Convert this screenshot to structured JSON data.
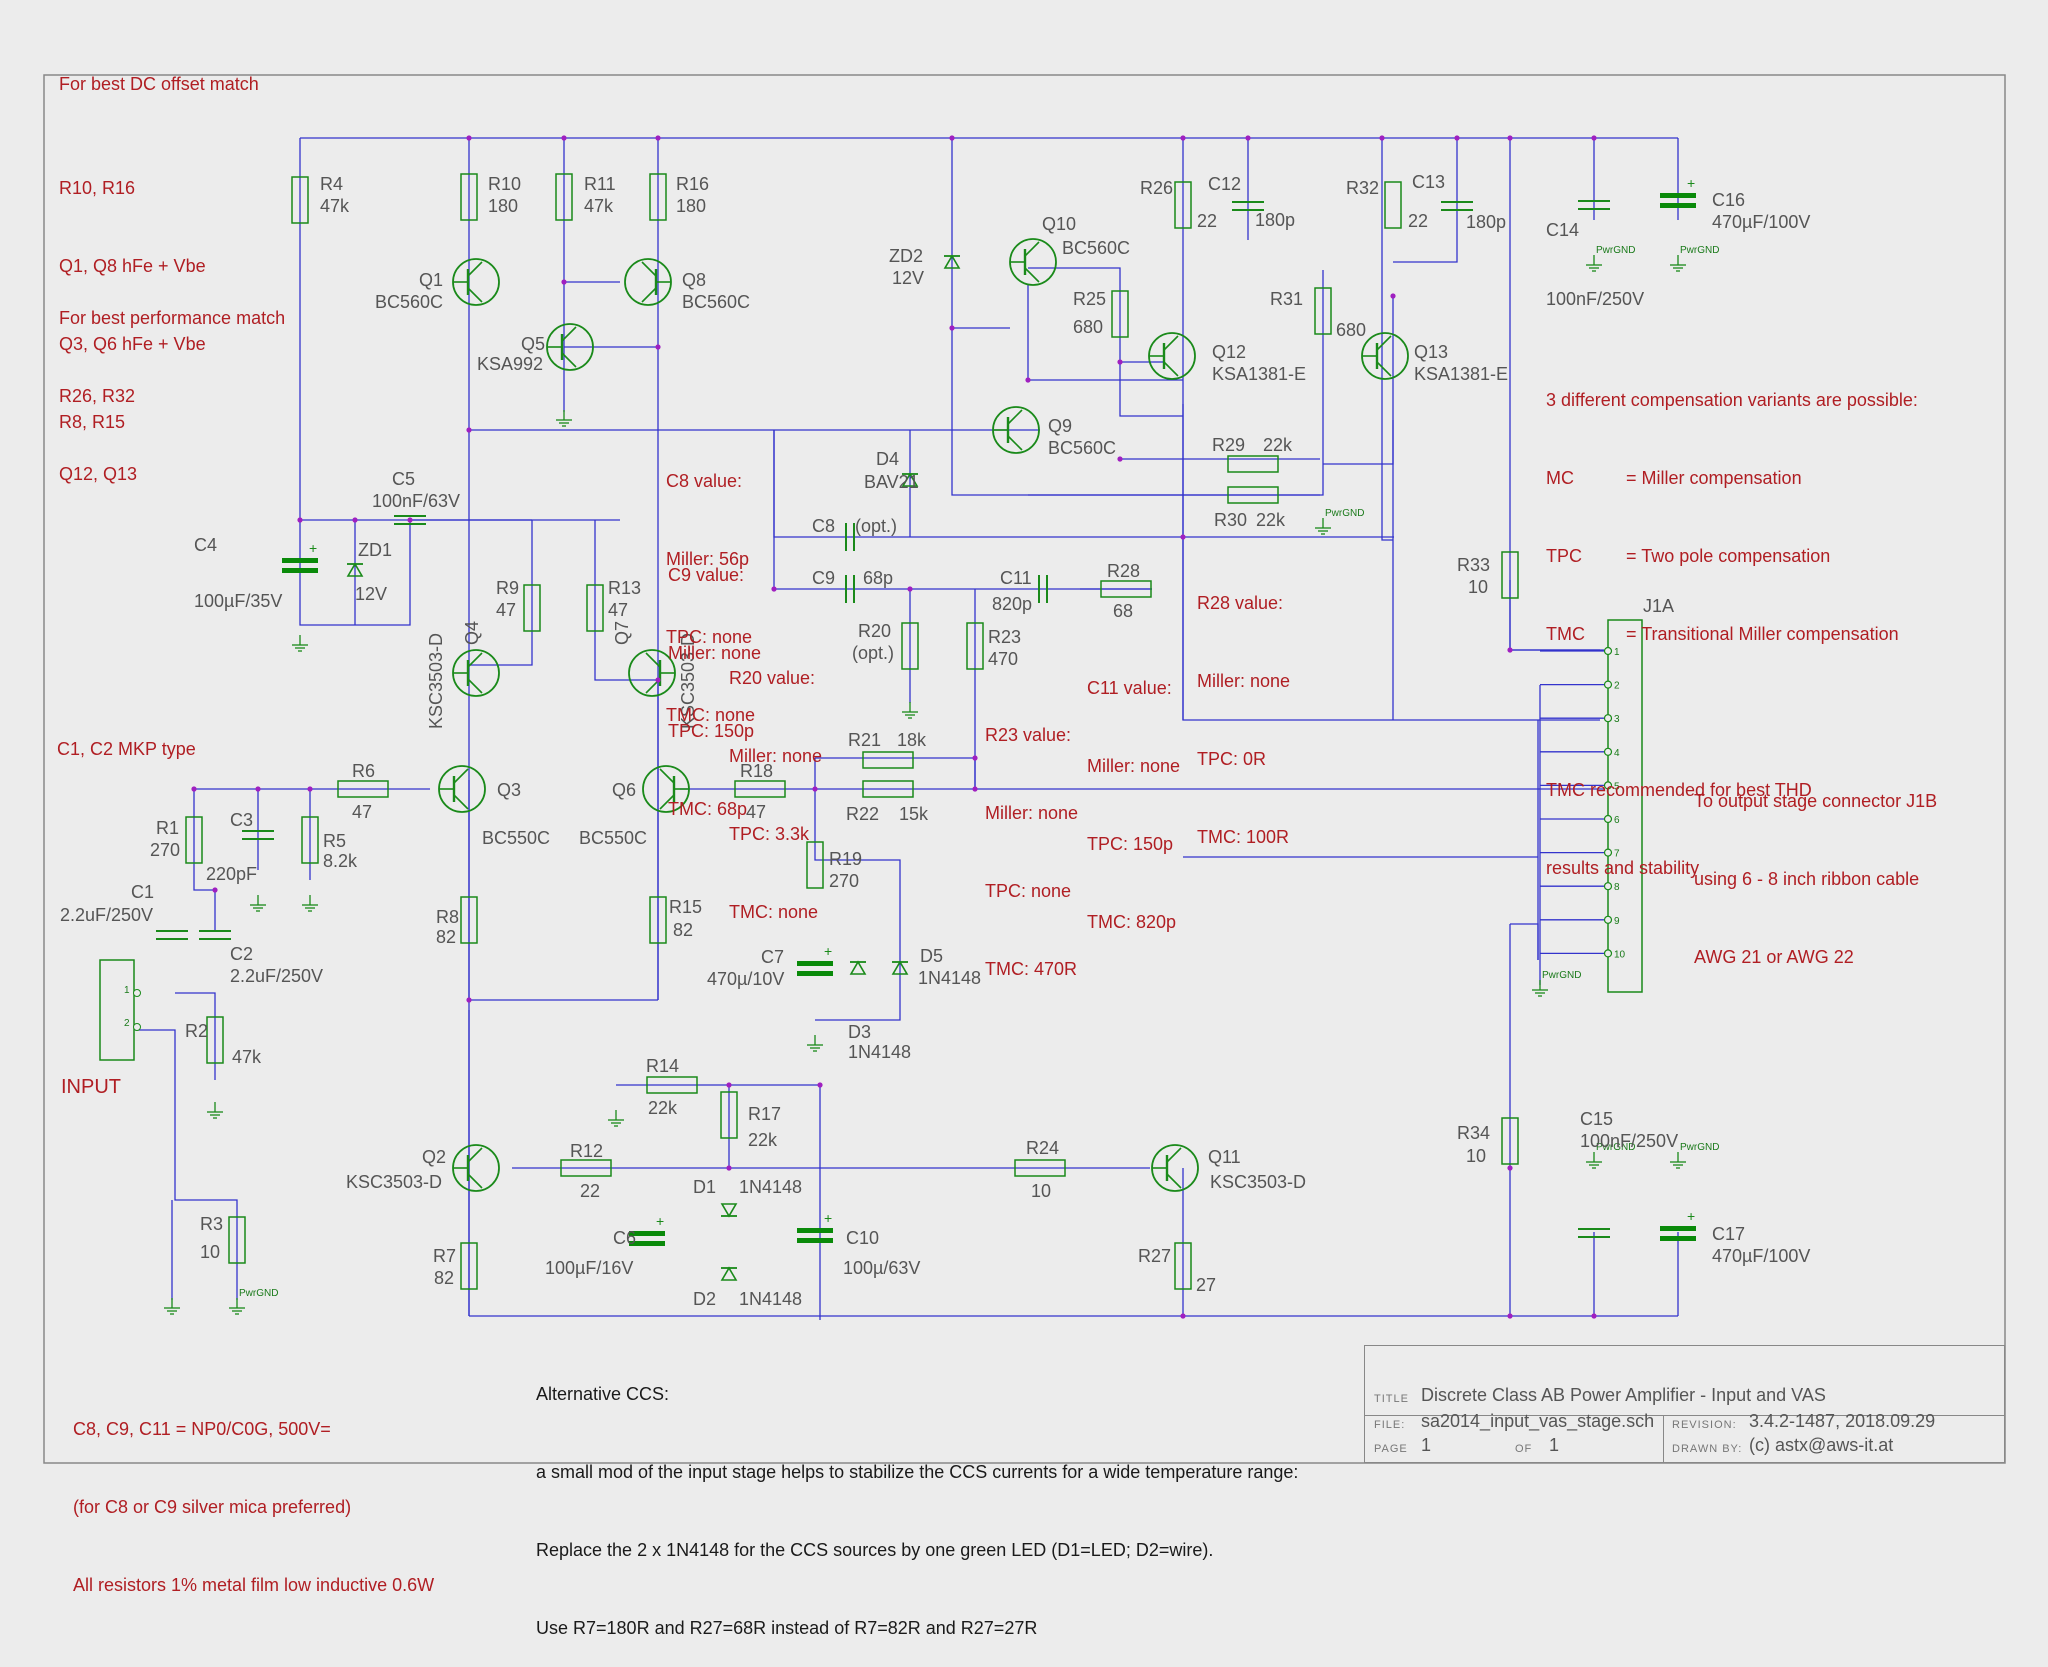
{
  "notes": {
    "dc_offset_title": "For best DC offset match",
    "dc_offset_lines": [
      "R10, R16",
      "Q1, Q8 hFe + Vbe",
      "Q3, Q6 hFe + Vbe",
      "R8, R15"
    ],
    "perf_title": "For best performance match",
    "perf_lines": [
      "R26, R32",
      "Q12, Q13"
    ],
    "c1c2": "C1, C2 MKP type",
    "input": "INPUT",
    "caps_lines": [
      "C8, C9, C11 = NP0/C0G, 500V=",
      "(for C8 or C9 silver mica preferred)",
      "All resistors 1% metal film low inductive 0.6W"
    ],
    "comp_title": "3 different compensation variants are possible:",
    "comp_rows": [
      {
        "abbr": "MC",
        "desc": "= Miller compensation"
      },
      {
        "abbr": "TPC",
        "desc": "= Two pole compensation"
      },
      {
        "abbr": "TMC",
        "desc": "= Transitional Miller compensation"
      }
    ],
    "tmc_lines": [
      "TMC recommended for best THD",
      "results and stability"
    ],
    "output_lines": [
      "To output stage connector J1B",
      "using 6 - 8 inch ribbon cable",
      "AWG 21 or AWG 22"
    ],
    "c8_lines": [
      "C8 value:",
      "Miller: 56p",
      "TPC: none",
      "TMC: none"
    ],
    "c9_lines": [
      "C9 value:",
      "Miller: none",
      "TPC: 150p",
      "TMC: 68p"
    ],
    "r20_lines": [
      "R20 value:",
      "Miller: none",
      "TPC: 3.3k",
      "TMC: none"
    ],
    "r23_lines": [
      "R23 value:",
      "Miller: none",
      "TPC: none",
      "TMC: 470R"
    ],
    "c11_lines": [
      "C11 value:",
      "Miller: none",
      "TPC: 150p",
      "TMC: 820p"
    ],
    "r28_lines": [
      "R28 value:",
      "Miller: none",
      "TPC: 0R",
      "TMC: 100R"
    ],
    "alt_ccs_lines": [
      "Alternative CCS:",
      "a small mod of the input stage helps to stabilize the CCS currents for a wide temperature range:",
      "Replace the 2 x 1N4148 for the CCS sources by one green LED (D1=LED; D2=wire).",
      "Use R7=180R and R27=68R instead of R7=82R and R27=27R"
    ]
  },
  "title_block": {
    "title_label": "TITLE",
    "title": "Discrete Class AB Power Amplifier - Input and VAS",
    "file_label": "FILE:",
    "file": "sa2014_input_vas_stage.sch",
    "revision_label": "REVISION:",
    "revision": "3.4.2-1487, 2018.09.29",
    "page_label": "PAGE",
    "page": "1",
    "of_label": "OF",
    "of": "1",
    "drawn_label": "DRAWN BY:",
    "drawn": "(c) astx@aws-it.at"
  },
  "connector": {
    "name": "J1A",
    "pins": [
      "1",
      "2",
      "3",
      "4",
      "5",
      "6",
      "7",
      "8",
      "9",
      "10"
    ]
  },
  "pwrgnd_label": "PwrGND",
  "colors": {
    "wire": "#3333cc",
    "part": "#1a8a1a",
    "note": "#b01e23",
    "cap_fill": "#0a8a0a",
    "junction": "#a020c0"
  },
  "resistors": [
    {
      "ref": "R4",
      "value": "47k"
    },
    {
      "ref": "R10",
      "value": "180"
    },
    {
      "ref": "R11",
      "value": "47k"
    },
    {
      "ref": "R16",
      "value": "180"
    },
    {
      "ref": "R26",
      "value": "22"
    },
    {
      "ref": "R32",
      "value": "22"
    },
    {
      "ref": "R25",
      "value": "680"
    },
    {
      "ref": "R31",
      "value": "680"
    },
    {
      "ref": "R29",
      "value": "22k"
    },
    {
      "ref": "R30",
      "value": "22k"
    },
    {
      "ref": "R9",
      "value": "47"
    },
    {
      "ref": "R13",
      "value": "47"
    },
    {
      "ref": "R20",
      "value": "(opt.)"
    },
    {
      "ref": "R23",
      "value": "470"
    },
    {
      "ref": "R28",
      "value": "68"
    },
    {
      "ref": "R33",
      "value": "10"
    },
    {
      "ref": "R6",
      "value": "47"
    },
    {
      "ref": "R1",
      "value": "270"
    },
    {
      "ref": "R5",
      "value": "8.2k"
    },
    {
      "ref": "R18",
      "value": "47"
    },
    {
      "ref": "R21",
      "value": "18k"
    },
    {
      "ref": "R22",
      "value": "15k"
    },
    {
      "ref": "R19",
      "value": "270"
    },
    {
      "ref": "R8",
      "value": "82"
    },
    {
      "ref": "R15",
      "value": "82"
    },
    {
      "ref": "R2",
      "value": "47k"
    },
    {
      "ref": "R14",
      "value": "22k"
    },
    {
      "ref": "R17",
      "value": "22k"
    },
    {
      "ref": "R12",
      "value": "22"
    },
    {
      "ref": "R24",
      "value": "10"
    },
    {
      "ref": "R3",
      "value": "10"
    },
    {
      "ref": "R7",
      "value": "82"
    },
    {
      "ref": "R27",
      "value": "27"
    },
    {
      "ref": "R34",
      "value": "10"
    }
  ],
  "capacitors": [
    {
      "ref": "C12",
      "value": "180p"
    },
    {
      "ref": "C13",
      "value": "180p"
    },
    {
      "ref": "C14",
      "value": "100nF/250V"
    },
    {
      "ref": "C16",
      "value": "470µF/100V"
    },
    {
      "ref": "C5",
      "value": "100nF/63V"
    },
    {
      "ref": "C4",
      "value": "100µF/35V"
    },
    {
      "ref": "C8",
      "value": "(opt.)"
    },
    {
      "ref": "C9",
      "value": "68p"
    },
    {
      "ref": "C11",
      "value": "820p"
    },
    {
      "ref": "C3",
      "value": "220pF"
    },
    {
      "ref": "C1",
      "value": "2.2uF/250V"
    },
    {
      "ref": "C2",
      "value": "2.2uF/250V"
    },
    {
      "ref": "C7",
      "value": "470µ/10V"
    },
    {
      "ref": "C6",
      "value": "100µF/16V"
    },
    {
      "ref": "C10",
      "value": "100µ/63V"
    },
    {
      "ref": "C15",
      "value": "100nF/250V"
    },
    {
      "ref": "C17",
      "value": "470µF/100V"
    }
  ],
  "transistors": [
    {
      "ref": "Q1",
      "value": "BC560C"
    },
    {
      "ref": "Q8",
      "value": "BC560C"
    },
    {
      "ref": "Q5",
      "value": "KSA992"
    },
    {
      "ref": "Q10",
      "value": "BC560C"
    },
    {
      "ref": "Q12",
      "value": "KSA1381-E"
    },
    {
      "ref": "Q13",
      "value": "KSA1381-E"
    },
    {
      "ref": "Q9",
      "value": "BC560C"
    },
    {
      "ref": "Q4",
      "value": "KSC3503-D"
    },
    {
      "ref": "Q7",
      "value": "KSC3503-D"
    },
    {
      "ref": "Q3",
      "value": "BC550C"
    },
    {
      "ref": "Q6",
      "value": "BC550C"
    },
    {
      "ref": "Q2",
      "value": "KSC3503-D"
    },
    {
      "ref": "Q11",
      "value": "KSC3503-D"
    }
  ],
  "diodes": [
    {
      "ref": "ZD2",
      "value": "12V"
    },
    {
      "ref": "D4",
      "value": "BAV21"
    },
    {
      "ref": "ZD1",
      "value": "12V"
    },
    {
      "ref": "D5",
      "value": "1N4148"
    },
    {
      "ref": "D3",
      "value": "1N4148"
    },
    {
      "ref": "D1",
      "value": "1N4148"
    },
    {
      "ref": "D2",
      "value": "1N4148"
    }
  ]
}
